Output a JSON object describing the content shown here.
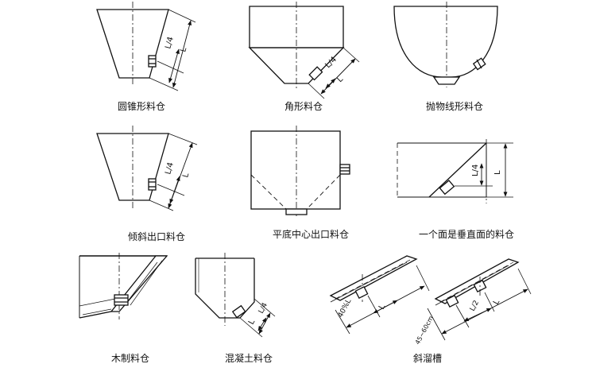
{
  "colors": {
    "ink": "#111111",
    "background": "#ffffff"
  },
  "captions": {
    "conical": "圆锥形料仓",
    "angular": "角形料仓",
    "parabolic": "抛物线形料仓",
    "inclined_outlet": "倾斜出口料仓",
    "flat_center": "平底中心出口料仓",
    "vertical_face": "一个面是垂直面的料仓",
    "wooden": "木制料仓",
    "concrete": "混凝土料仓",
    "chute": "斜溜槽"
  },
  "dimension_labels": {
    "quarter": "L/4",
    "length": "L",
    "half": "L/2",
    "percent": "40%L",
    "range": "45~60cm"
  }
}
